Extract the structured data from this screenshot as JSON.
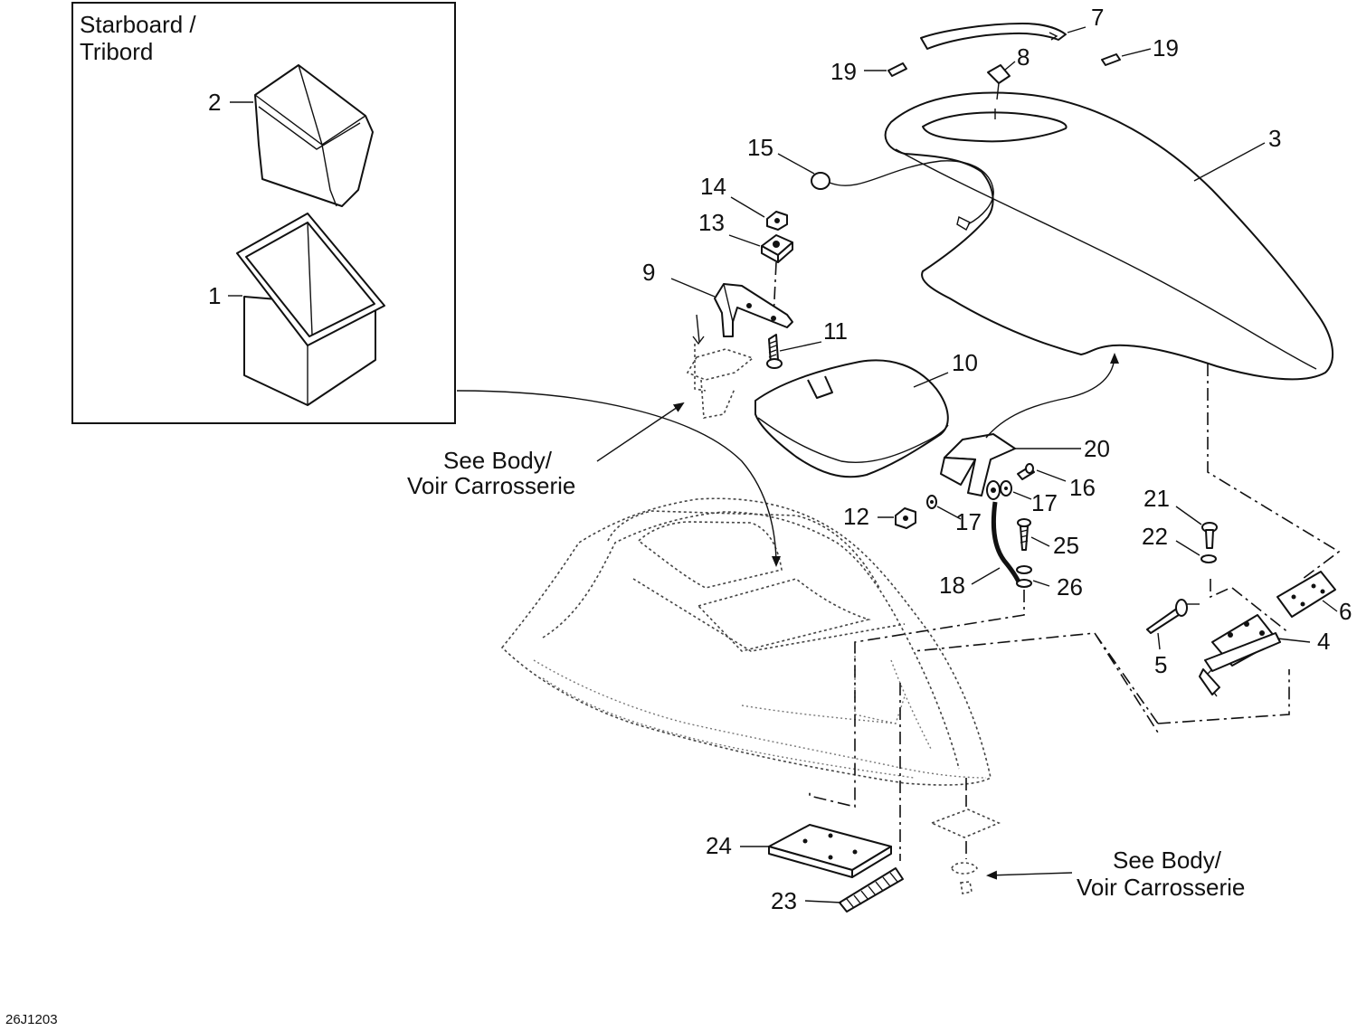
{
  "inset": {
    "title_line1": "Starboard /",
    "title_line2": "Tribord"
  },
  "notes": {
    "see_body_1_line1": "See Body/",
    "see_body_1_line2": "Voir Carrosserie",
    "see_body_2_line1": "See Body/",
    "see_body_2_line2": "Voir Carrosserie"
  },
  "labels": {
    "p1": "1",
    "p2": "2",
    "p3": "3",
    "p4": "4",
    "p5": "5",
    "p6": "6",
    "p7": "7",
    "p8": "8",
    "p9": "9",
    "p10": "10",
    "p11": "11",
    "p12": "12",
    "p13": "13",
    "p14": "14",
    "p15": "15",
    "p16": "16",
    "p17a": "17",
    "p17b": "17",
    "p18": "18",
    "p19a": "19",
    "p19b": "19",
    "p20": "20",
    "p21": "21",
    "p22": "22",
    "p23": "23",
    "p24": "24",
    "p25": "25",
    "p26": "26"
  },
  "drawing_code": "26J1203"
}
